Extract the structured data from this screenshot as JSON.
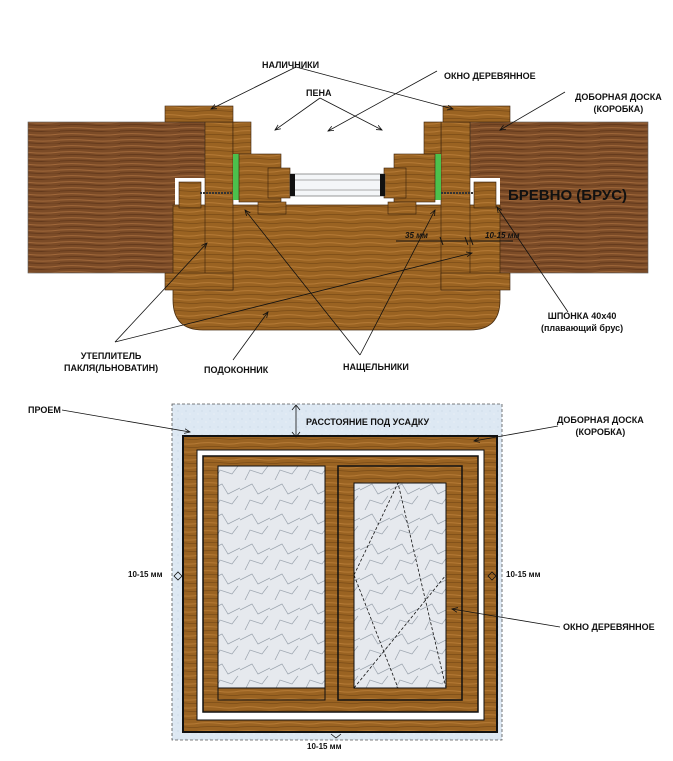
{
  "top_section": {
    "nalichniki": "НАЛИЧНИКИ",
    "okno": "ОКНО ДЕРЕВЯННОЕ",
    "pena": "ПЕНА",
    "dobornaya_line1": "ДОБОРНАЯ ДОСКА",
    "dobornaya_line2": "(КОРОБКА)",
    "brevno": "БРЕВНО (БРУС)",
    "dim_35": "35 мм",
    "dim_10_15": "10-15 мм",
    "shponka_line1": "ШПОНКА 40х40",
    "shponka_line2": "(плавающий брус)",
    "uteplitel_line1": "УТЕПЛИТЕЛЬ",
    "uteplitel_line2": "ПАКЛЯ(ЛЬНОВАТИН)",
    "podokonnik": "ПОДОКОННИК",
    "nashchelniki": "НАЩЕЛЬНИКИ"
  },
  "bottom_section": {
    "proem": "ПРОЕМ",
    "rasstoyanie": "РАССТОЯНИЕ ПОД УСАДКУ",
    "dobornaya_line1": "ДОБОРНАЯ ДОСКА",
    "dobornaya_line2": "(КОРОБКА)",
    "gap_left": "10-15 мм",
    "gap_right": "10-15 мм",
    "gap_bottom": "10-15 мм",
    "okno": "ОКНО ДЕРЕВЯННОЕ"
  },
  "colors": {
    "wood": "#8a5a2b",
    "log": "#7a4a26",
    "opening": "#dde8f3",
    "foam": "#4cc04c"
  }
}
